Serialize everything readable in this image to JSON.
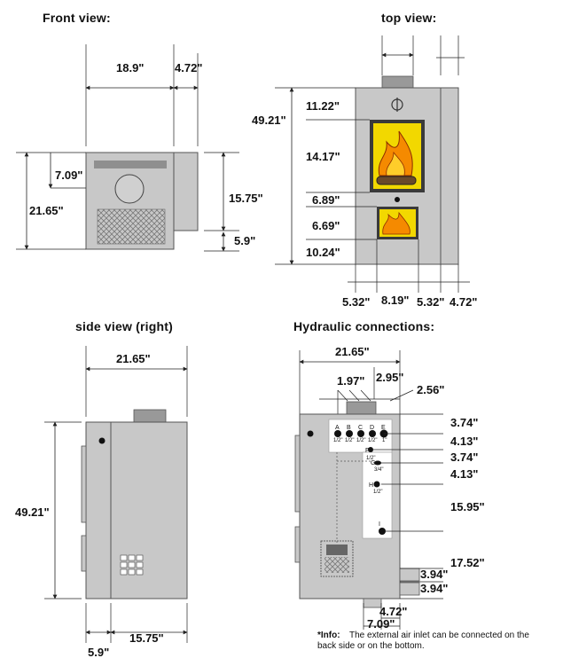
{
  "views": {
    "front": {
      "title": "Front view:",
      "dims": {
        "width": "18.9\"",
        "depth": "4.72\"",
        "height": "21.65\"",
        "top_offset": "7.09\"",
        "side_height": "15.75\"",
        "side_bottom": "5.9\""
      }
    },
    "top": {
      "title": "top view:",
      "dims": {
        "total_height": "49.21\"",
        "d1": "11.22\"",
        "d2": "14.17\"",
        "d3": "6.89\"",
        "d4": "6.69\"",
        "d5": "10.24\"",
        "w_left": "5.32\"",
        "w_mid": "8.19\"",
        "w_right": "5.32\"",
        "w_side": "4.72\""
      }
    },
    "side": {
      "title": "side view (right)",
      "dims": {
        "width": "21.65\"",
        "height": "49.21\"",
        "bottom_left": "5.9\"",
        "bottom_right": "15.75\""
      }
    },
    "hydraulic": {
      "title": "Hydraulic connections:",
      "dims": {
        "width": "21.65\"",
        "c1": "1.97\"",
        "c2": "2.95\"",
        "c3": "2.56\"",
        "r1": "3.74\"",
        "r2": "4.13\"",
        "r3": "3.74\"",
        "r4": "4.13\"",
        "r5": "15.95\"",
        "r6": "17.52\"",
        "b1": "3.94\"",
        "b2": "3.94\"",
        "w1": "4.72\"",
        "w2": "7.09\""
      },
      "connections": [
        {
          "letter": "A",
          "size": "1/2\""
        },
        {
          "letter": "B",
          "size": "1/2\""
        },
        {
          "letter": "C",
          "size": "1/2\""
        },
        {
          "letter": "D",
          "size": "1/2\""
        },
        {
          "letter": "E",
          "size": "1\""
        }
      ],
      "side_connections": [
        {
          "letter": "F",
          "size": "1/2\""
        },
        {
          "letter": "G",
          "size": "3/4\""
        },
        {
          "letter": "H",
          "size": "1/2\""
        },
        {
          "letter": "I",
          "size": ""
        }
      ]
    }
  },
  "note": {
    "label": "*Info:",
    "text_line1": "The external air inlet can be connected on the",
    "text_line2": "back side or on the bottom."
  },
  "colors": {
    "body": "#c8c8c8",
    "outline": "#555555",
    "flame": "#f7c500",
    "glass": "#f5e000",
    "line": "#222222"
  }
}
